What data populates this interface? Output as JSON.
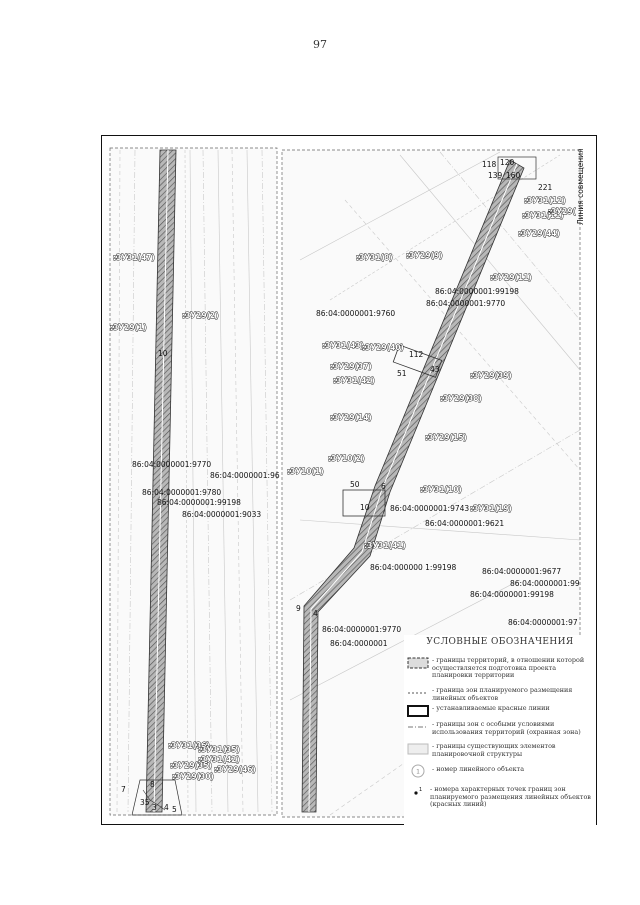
{
  "page_number": "97",
  "map": {
    "left_labels": [
      ":ЗУ31(47)",
      ":ЗУ29(1)",
      ":ЗУ29(2)",
      "10",
      "86:04:0000001:9770",
      "86:04:0000001:96",
      "86:04:0000001:9780",
      "86:04:0000001:99198",
      "86:04:0000001:9033",
      ":ЗУ31(36)",
      ":ЗУ31(35)",
      ":ЗУ29(35)",
      ":ЗУ31(42)",
      ":ЗУ29(30)",
      ":ЗУ29(46)",
      "7",
      "8",
      "35",
      "3",
      "4",
      "5"
    ],
    "right_labels": [
      "118",
      "120",
      "139",
      "160",
      "221",
      "Линия совмещения",
      ":ЗУ31(12)",
      ":ЗУ31(11)",
      ":ЗУ29(",
      ":ЗУ29(44)",
      ":ЗУ31(8)",
      ":ЗУ29(9)",
      ":ЗУ29(11)",
      "86:04:0000001:99198",
      "86:04:0000001:9770",
      "86:04:0000001:9760",
      ":ЗУ31(43)",
      ":ЗУ29(40)",
      "112",
      ":ЗУ29(37)",
      "51",
      "43",
      ":ЗУ31(42)",
      ":ЗУ29(39)",
      ":ЗУ29(38)",
      ":ЗУ29(14)",
      ":ЗУ29(15)",
      ":ЗУ10(2)",
      ":ЗУ10(1)",
      "50",
      "6",
      ":ЗУ31(10)",
      ":ЗУ31(19)",
      "10",
      "86:04:0000001:9743",
      "86:04:0000001:9621",
      ":ЗУ31(41)",
      "86:04:000000 1:99198",
      "86:04:0000001:9677",
      "86:04:0000001:99",
      "86:04:0000001:99198",
      "86:04:0000001:97",
      "9",
      "4",
      "86:04:0000001:9770",
      "86:04:0000001"
    ]
  },
  "legend": {
    "title": "УСЛОВНЫЕ ОБОЗНАЧЕНИЯ",
    "items": [
      {
        "symbol": "hatched-box-icon",
        "text": "- границы территорий, в отношении которой осуществляется подготовка проекта планировки территории"
      },
      {
        "symbol": "dashed-line-icon",
        "text": "- граница зон планируемого размещения линейных объектов"
      },
      {
        "symbol": "red-line-box-icon",
        "text": "- устанавливаемые красные линии"
      },
      {
        "symbol": "dash-dot-line-icon",
        "text": "- границы зон с особыми условиями использования территорий (охранная зона)"
      },
      {
        "symbol": "grey-box-icon",
        "text": "- границы существующих элементов планировочной структуры"
      },
      {
        "symbol": "circle-icon",
        "text": "- номер линейного объекта"
      },
      {
        "symbol": "point-icon",
        "text": "- номера характерных точек границ зон планируемого размещения линейных объектов (красных линий)"
      }
    ]
  }
}
